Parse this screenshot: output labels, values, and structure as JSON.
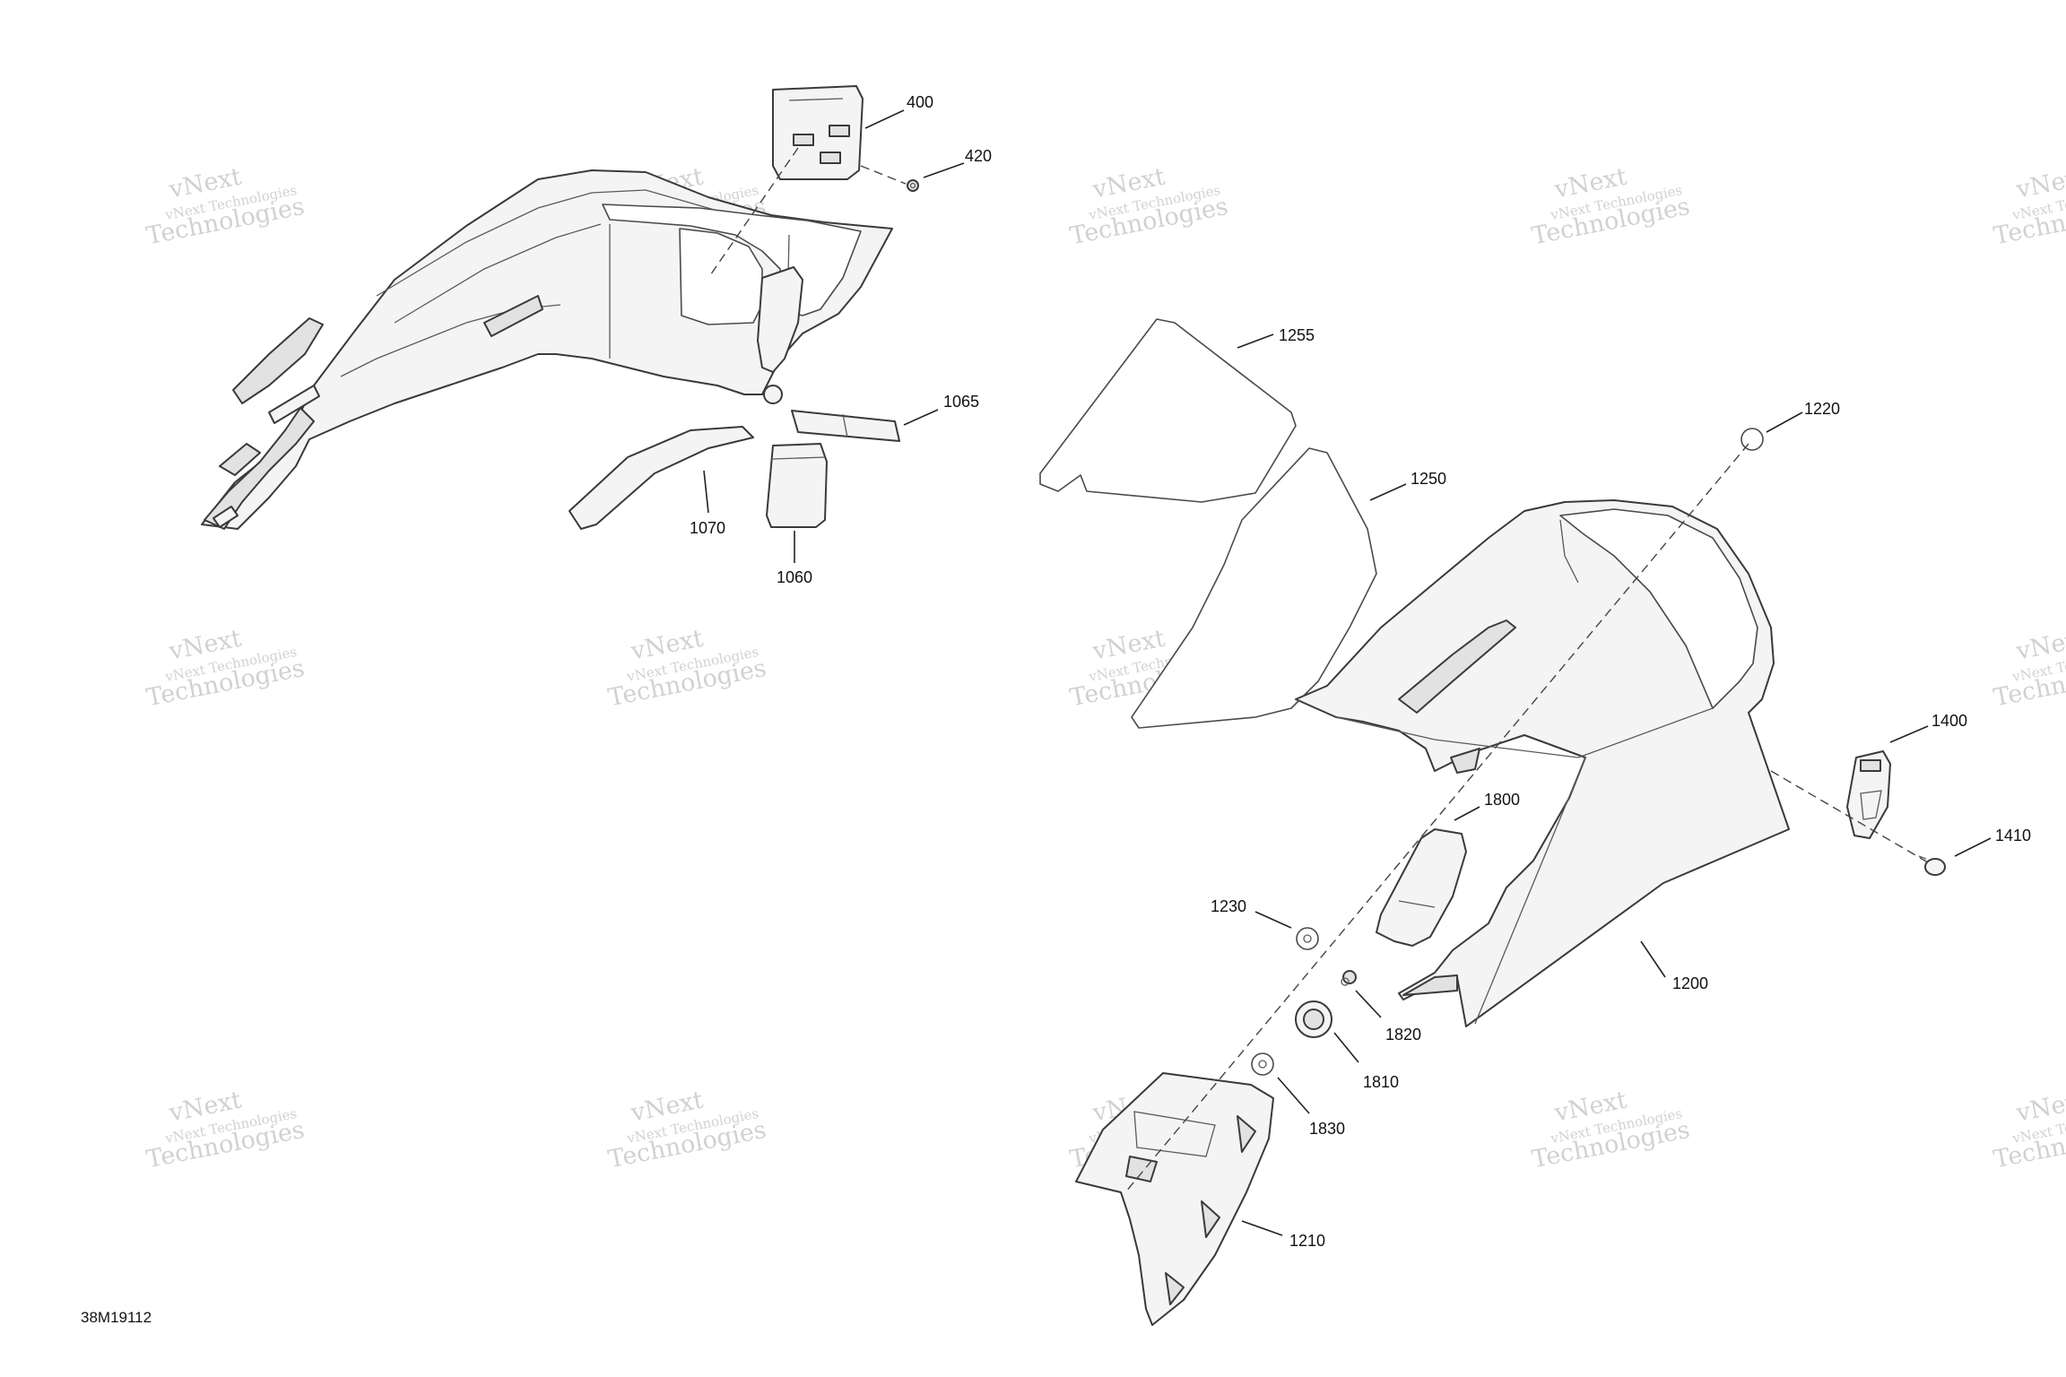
{
  "watermark": {
    "line1": "vNext Technologies",
    "line2": "Technologies",
    "fragment": "vNext"
  },
  "drawing_ref": "38M19112",
  "callouts": {
    "c400": "400",
    "c420": "420",
    "c1065": "1065",
    "c1070": "1070",
    "c1060": "1060",
    "c1255": "1255",
    "c1250": "1250",
    "c1220": "1220",
    "c1400": "1400",
    "c1410": "1410",
    "c1800": "1800",
    "c1230": "1230",
    "c1820": "1820",
    "c1200": "1200",
    "c1810": "1810",
    "c1830": "1830",
    "c1210": "1210"
  },
  "colors": {
    "line": "#3a3a3a",
    "watermark": "#9a9a9a",
    "background": "#ffffff"
  }
}
